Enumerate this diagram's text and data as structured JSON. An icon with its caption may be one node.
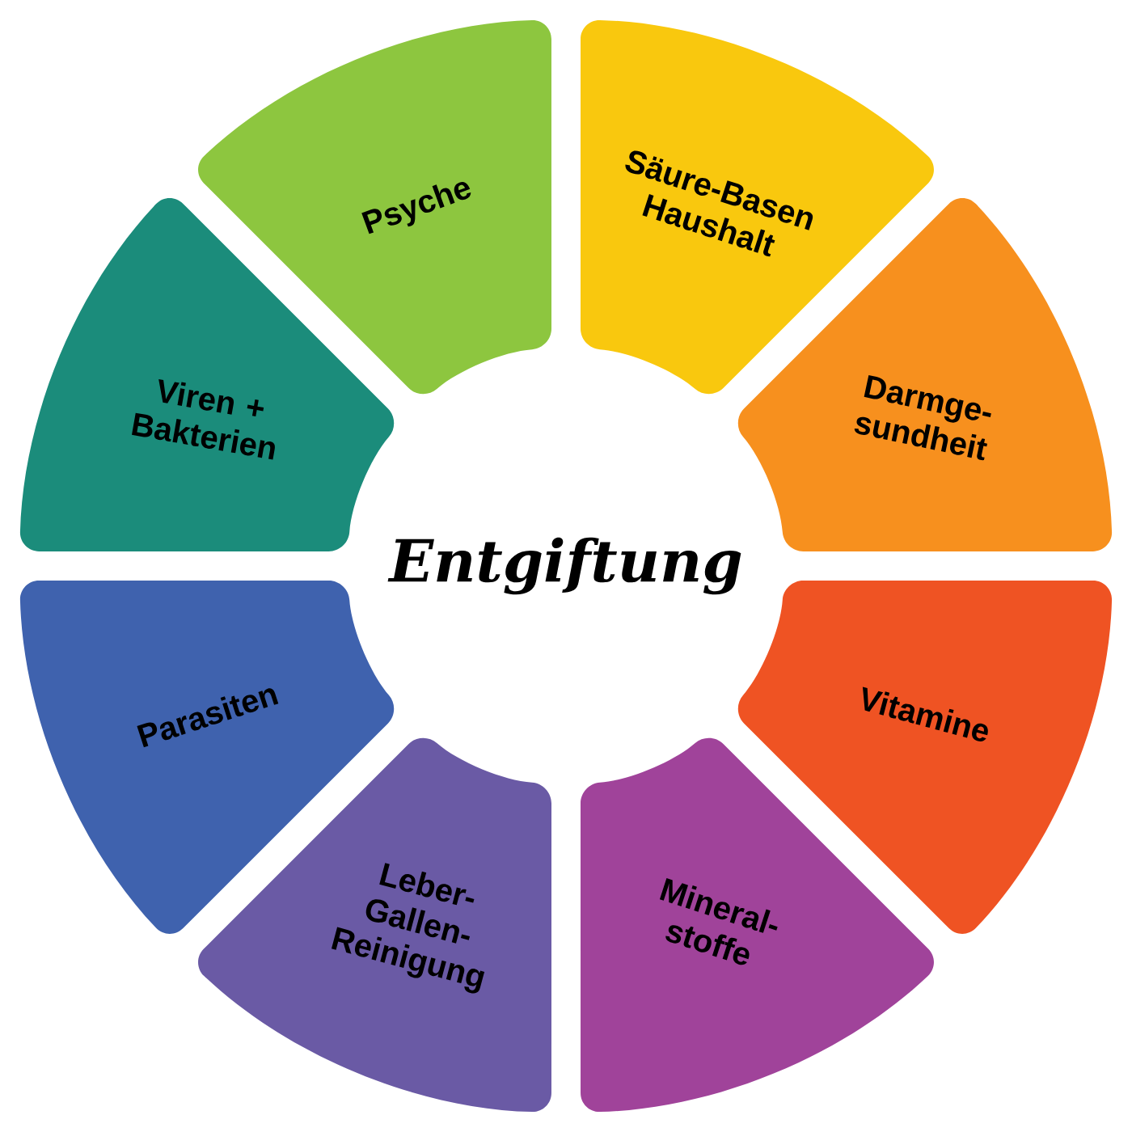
{
  "diagram": {
    "title": "Entgiftung",
    "nodes": [
      {
        "text": [
          "Psyche"
        ]
      },
      {
        "text": [
          "Säure-Basen Haushalt"
        ]
      },
      {
        "text": [
          "Darmge- sundheit"
        ]
      },
      {
        "text": [
          "Vitamine"
        ]
      },
      {
        "text": [
          "Mineral- stoffe"
        ]
      },
      {
        "text": [
          "Leber- Gallen- Reinigung"
        ]
      },
      {
        "text": [
          "Parasiten"
        ]
      },
      {
        "text": [
          "Viren + Bakterien"
        ]
      }
    ]
  }
}
